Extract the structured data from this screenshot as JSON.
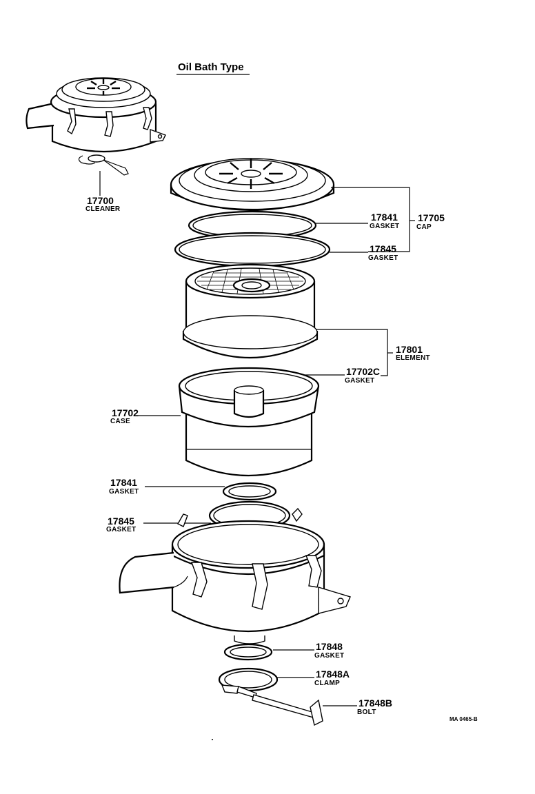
{
  "title": "Oil Bath Type",
  "drawing_code": "MA 0465-B",
  "parts": {
    "p17700": {
      "number": "17700",
      "name": "CLEANER"
    },
    "p17841_top": {
      "number": "17841",
      "name": "GASKET"
    },
    "p17705": {
      "number": "17705",
      "name": "CAP"
    },
    "p17845_top": {
      "number": "17845",
      "name": "GASKET"
    },
    "p17801": {
      "number": "17801",
      "name": "ELEMENT"
    },
    "p17702C": {
      "number": "17702C",
      "name": "GASKET"
    },
    "p17702": {
      "number": "17702",
      "name": "CASE"
    },
    "p17841_low": {
      "number": "17841",
      "name": "GASKET"
    },
    "p17845_low": {
      "number": "17845",
      "name": "GASKET"
    },
    "p17848": {
      "number": "17848",
      "name": "GASKET"
    },
    "p17848A": {
      "number": "17848A",
      "name": "CLAMP"
    },
    "p17848B": {
      "number": "17848B",
      "name": "BOLT"
    }
  }
}
